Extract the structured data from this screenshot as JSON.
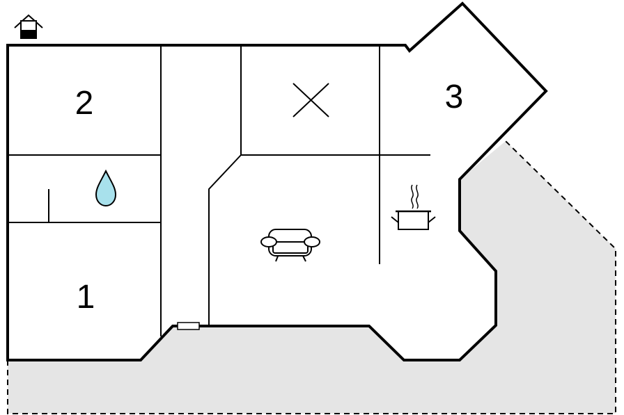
{
  "rooms": [
    {
      "id": "bedroom-2",
      "label": "2"
    },
    {
      "id": "bedroom-3",
      "label": "3"
    },
    {
      "id": "bedroom-1",
      "label": "1"
    }
  ],
  "icons": {
    "entrance": "house-entrance-icon",
    "bathroom": "water-drop-icon",
    "hobby": "cross-mark-icon",
    "living": "sofa-icon",
    "kitchen": "cooking-pot-icon",
    "door": "door-icon"
  },
  "colors": {
    "wall": "#000000",
    "terrace": "#e5e5e5",
    "water": "#a8e1ec",
    "background": "#ffffff"
  }
}
